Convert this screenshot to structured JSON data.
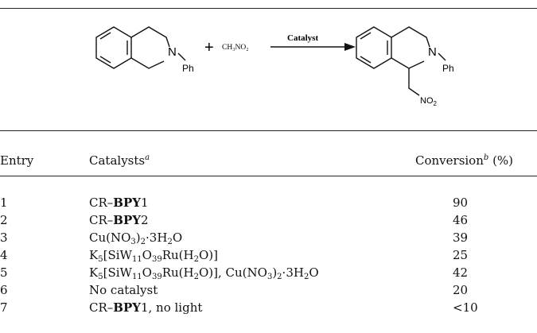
{
  "scheme": {
    "reactant_n": "N",
    "reactant_ph": "Ph",
    "plus": "+",
    "reagent": "CH₃NO₂",
    "arrow_label": "Catalyst",
    "product_n": "N",
    "product_ph": "Ph",
    "product_no2": "NO",
    "product_no2_sub": "2"
  },
  "table": {
    "headers": {
      "entry": "Entry",
      "catalyst": "Catalysts",
      "catalyst_mark": "a",
      "conversion": "Conversion",
      "conversion_mark": "b",
      "conversion_unit": " (%)"
    },
    "rows": [
      {
        "entry": "1",
        "conversion": "90"
      },
      {
        "entry": "2",
        "conversion": "46"
      },
      {
        "entry": "3",
        "conversion": "39"
      },
      {
        "entry": "4",
        "conversion": "25"
      },
      {
        "entry": "5",
        "conversion": "42"
      },
      {
        "entry": "6",
        "conversion": "20"
      },
      {
        "entry": "7",
        "conversion": "<10"
      }
    ],
    "catalysts": {
      "r1": {
        "pre": "CR–",
        "bold": "BPY",
        "post": "1"
      },
      "r2": {
        "pre": "CR–",
        "bold": "BPY",
        "post": "2"
      },
      "r3": {
        "a": "Cu(NO",
        "s1": "3",
        "b": ")",
        "s2": "2",
        "c": "·3H",
        "s3": "2",
        "d": "O"
      },
      "r4": {
        "a": "K",
        "s1": "5",
        "b": "[SiW",
        "s2": "11",
        "c": "O",
        "s3": "39",
        "d": "Ru(H",
        "s4": "2",
        "e": "O)]"
      },
      "r5": {
        "a": "K",
        "s1": "5",
        "b": "[SiW",
        "s2": "11",
        "c": "O",
        "s3": "39",
        "d": "Ru(H",
        "s4": "2",
        "e": "O)], Cu(NO",
        "s5": "3",
        "f": ")",
        "s6": "2",
        "g": "·3H",
        "s7": "2",
        "h": "O"
      },
      "r6": {
        "text": "No catalyst"
      },
      "r7": {
        "pre": "CR–",
        "bold": "BPY",
        "post": "1, no light"
      }
    }
  }
}
